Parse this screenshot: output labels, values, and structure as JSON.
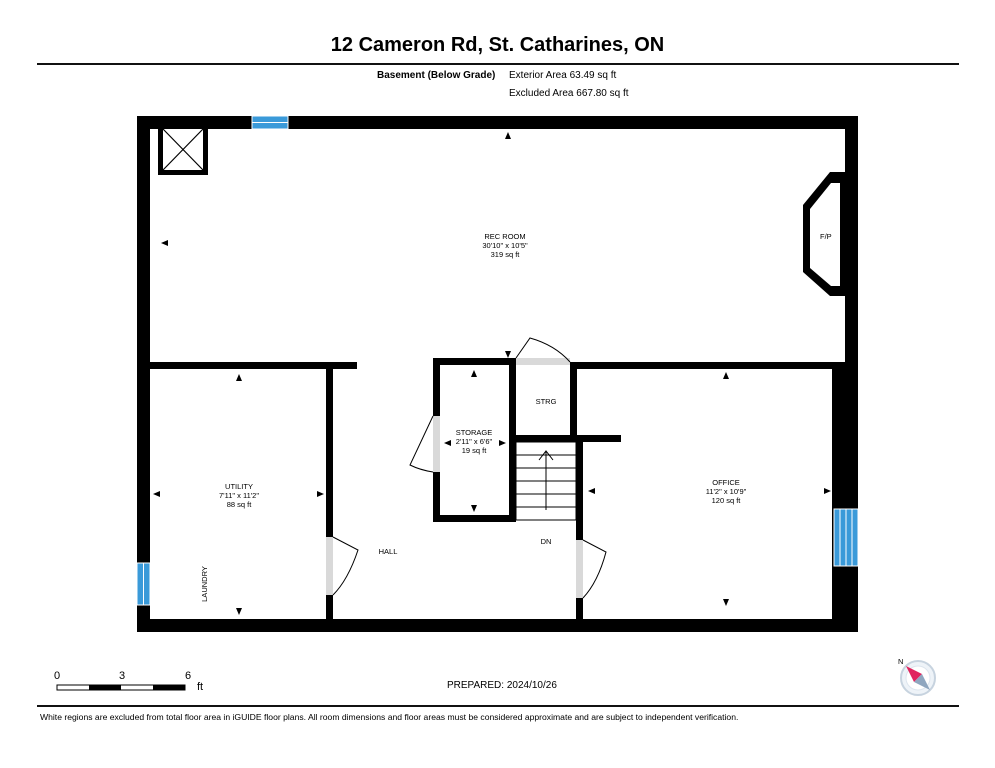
{
  "header": {
    "title": "12 Cameron Rd, St. Catharines, ON",
    "floor_name": "Basement (Below Grade)",
    "exterior_area": "Exterior Area 63.49 sq ft",
    "excluded_area": "Excluded Area 667.80 sq ft"
  },
  "rooms": {
    "rec_room": {
      "name": "REC ROOM",
      "dims": "30'10\" x 10'5\"",
      "area": "319 sq ft"
    },
    "fireplace": {
      "name": "F/P"
    },
    "storage": {
      "name": "STORAGE",
      "dims": "2'11\" x 6'6\"",
      "area": "19 sq ft"
    },
    "strg": {
      "name": "STRG"
    },
    "utility": {
      "name": "UTILITY",
      "dims": "7'11\" x 11'2\"",
      "area": "88 sq ft"
    },
    "laundry": {
      "name": "LAUNDRY"
    },
    "hall": {
      "name": "HALL"
    },
    "stairs": {
      "name": "DN"
    },
    "office": {
      "name": "OFFICE",
      "dims": "11'2\" x 10'9\"",
      "area": "120 sq ft"
    }
  },
  "scale": {
    "ticks": [
      "0",
      "3",
      "6"
    ],
    "unit": "ft"
  },
  "compass": {
    "label": "N"
  },
  "prepared": "PREPARED: 2024/10/26",
  "footer": "White regions are excluded from total floor area in iGUIDE floor plans. All room dimensions and floor areas must be considered approximate and are subject to independent verification.",
  "colors": {
    "wall": "#000000",
    "window": "#3a9ad9",
    "door_swing": "#d9d9d9",
    "compass_arrow": "#e0245e"
  }
}
